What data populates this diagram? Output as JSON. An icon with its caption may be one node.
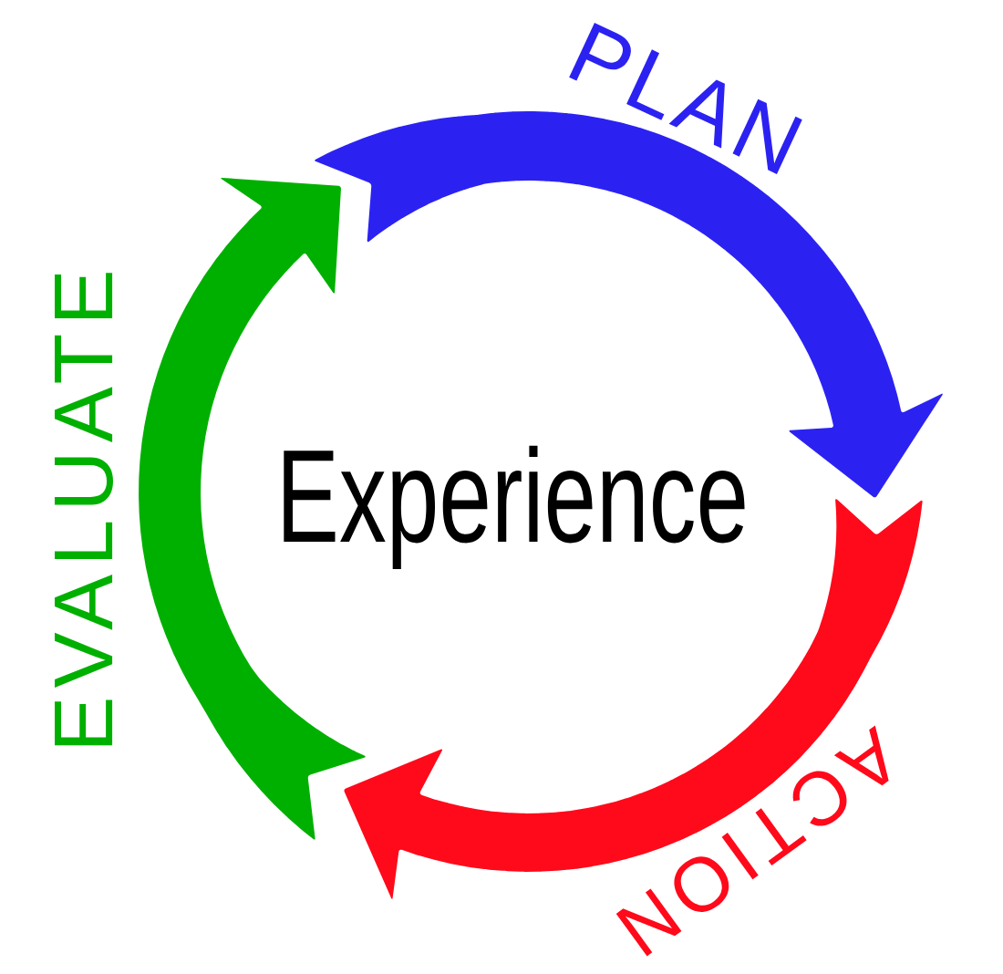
{
  "diagram": {
    "labels": [
      "PLAN",
      "EVALUATE",
      "Experience",
      "ACTION"
    ]
  }
}
